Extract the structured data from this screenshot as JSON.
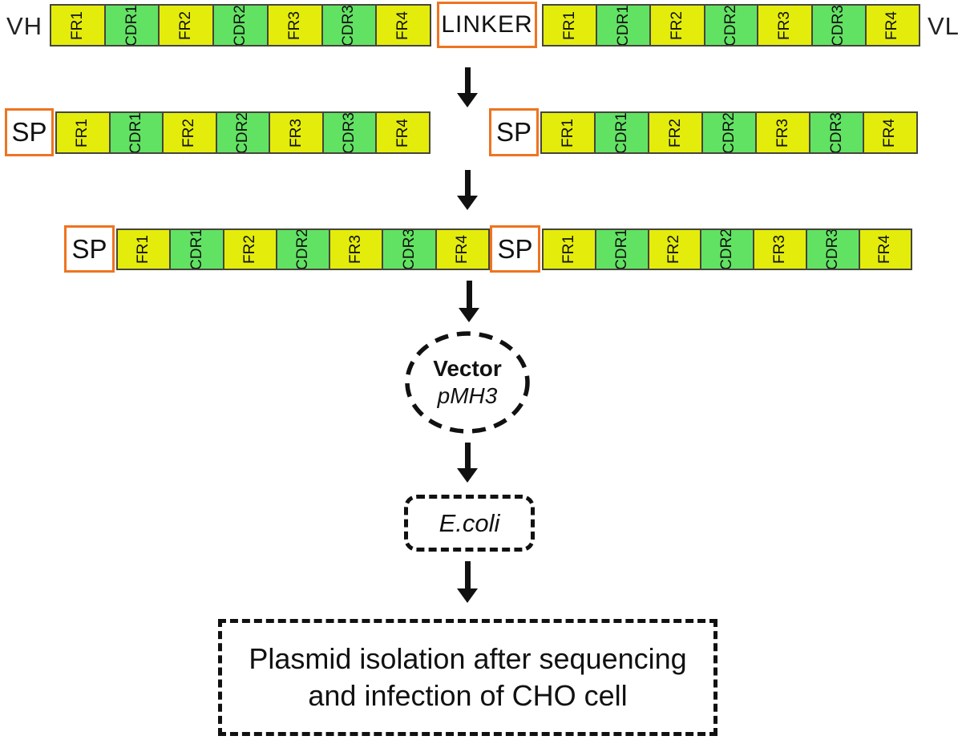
{
  "palette": {
    "fr_fill": "#e4ec0b",
    "cdr_fill": "#62e263",
    "bar_border": "#45453c",
    "accent_orange": "#ee7420",
    "ink": "#111111"
  },
  "labels": {
    "vh": "VH",
    "vl": "VL",
    "linker": "LINKER",
    "sp": "SP"
  },
  "segments": [
    "FR1",
    "CDR1",
    "FR2",
    "CDR2",
    "FR3",
    "CDR3",
    "FR4"
  ],
  "vector": {
    "line1": "Vector",
    "line2": "pMH3"
  },
  "ecoli": {
    "label": "E.coli"
  },
  "final_box": {
    "line1": "Plasmid isolation after sequencing",
    "line2": "and infection of CHO cell"
  }
}
